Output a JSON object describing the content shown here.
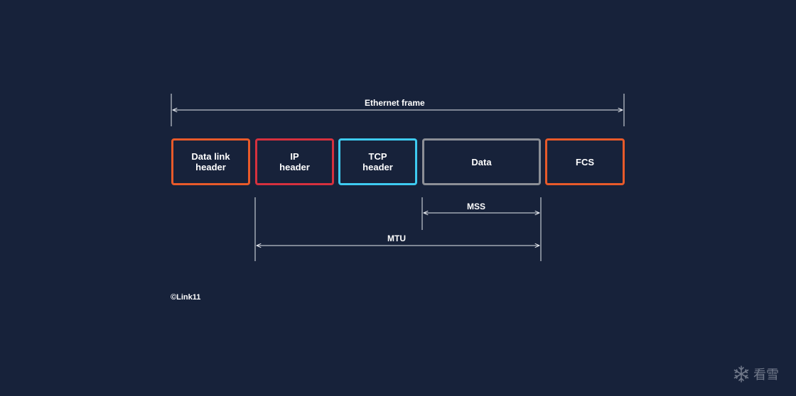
{
  "diagram": {
    "frame_label": "Ethernet frame",
    "mss_label": "MSS",
    "mtu_label": "MTU",
    "segments": [
      {
        "lines": [
          "Data link",
          "header"
        ],
        "color": "#e85a2a"
      },
      {
        "lines": [
          "IP",
          "header"
        ],
        "color": "#d6313e"
      },
      {
        "lines": [
          "TCP",
          "header"
        ],
        "color": "#3ecbf0"
      },
      {
        "lines": [
          "Data"
        ],
        "color": "#8c8f96"
      },
      {
        "lines": [
          "FCS"
        ],
        "color": "#e85a2a"
      }
    ],
    "line_color": "#e6e9ef"
  },
  "footer": {
    "copyright": "©Link11"
  },
  "watermark": {
    "text": "看雪",
    "icon": "snowflake-icon"
  }
}
